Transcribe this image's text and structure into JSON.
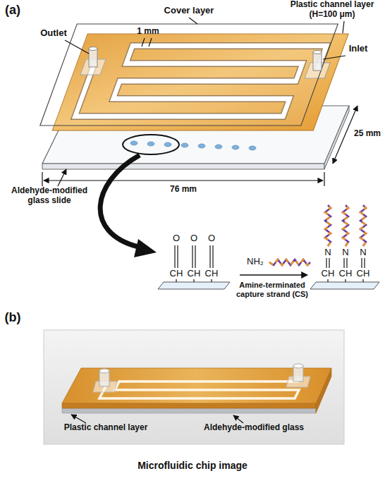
{
  "diagram": {
    "labels": [
      "(a)",
      "Outlet",
      "Cover layer",
      "1 mm",
      "Plastic channel layer (H=100 μm)",
      "Inlet",
      "25 mm",
      "Aldehyde-modified glass slide",
      "76 mm",
      "O",
      "O",
      "O",
      "CH",
      "CH",
      "CH",
      "NH₂",
      "Amine-terminated capture strand (CS)",
      "N",
      "N",
      "N",
      "CH",
      "CH",
      "CH",
      "(b)",
      "Plastic channel layer",
      "Aldehyde-modified glass",
      "Microfluidic chip image"
    ]
  }
}
